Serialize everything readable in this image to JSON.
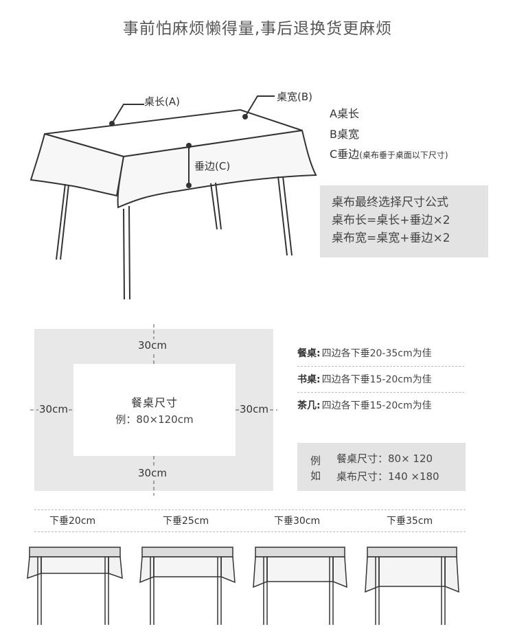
{
  "title": "事前怕麻烦懒得量,事后退换货更麻烦",
  "table_diagram": {
    "label_a": "桌长(A)",
    "label_b": "桌宽(B)",
    "label_c": "垂边(C)"
  },
  "legend": {
    "a": "A桌长",
    "b": "B桌宽",
    "c_main": "C垂边",
    "c_note": "(桌布垂于桌面以下尺寸)"
  },
  "formula": {
    "heading": "桌布最终选择尺寸公式",
    "length": "桌布长=桌长+垂边×2",
    "width": "桌布宽=桌宽+垂边×2"
  },
  "size_diagram": {
    "top": "30cm",
    "bottom": "30cm",
    "left": "30cm",
    "right": "30cm",
    "center_title": "餐桌尺寸",
    "center_example": "例：80×120cm"
  },
  "drop_specs": [
    {
      "type": "餐桌:",
      "desc": "四边各下垂20-35cm为佳"
    },
    {
      "type": "书桌:",
      "desc": "四边各下垂15-20cm为佳"
    },
    {
      "type": "茶几:",
      "desc": "四边各下垂15-20cm为佳"
    }
  ],
  "example": {
    "label_1": "例",
    "label_2": "如",
    "line_1": "餐桌尺寸：80× 120",
    "line_2": "桌布尺寸：140 ×180"
  },
  "drops": [
    {
      "label": "下垂20cm"
    },
    {
      "label": "下垂25cm"
    },
    {
      "label": "下垂30cm"
    },
    {
      "label": "下垂35cm"
    }
  ]
}
